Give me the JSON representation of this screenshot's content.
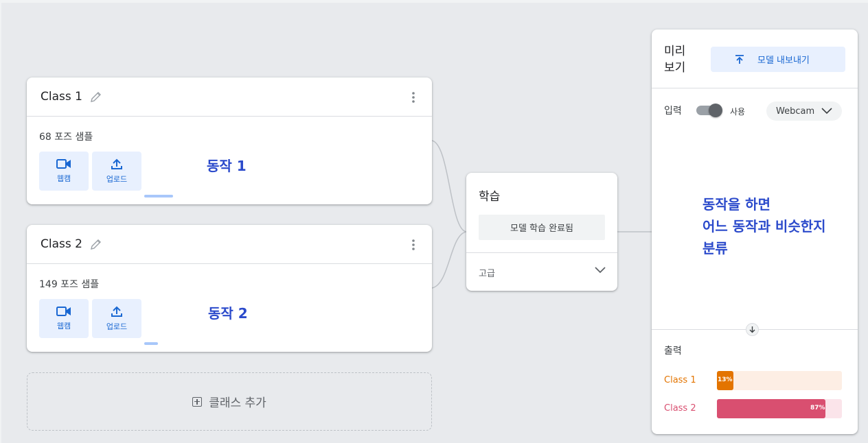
{
  "classes": [
    {
      "name": "Class 1",
      "samples": "68 포즈 샘플",
      "webcam_label": "웹캠",
      "upload_label": "업로드",
      "note": "동작 1"
    },
    {
      "name": "Class 2",
      "samples": "149 포즈 샘플",
      "webcam_label": "웹캠",
      "upload_label": "업로드",
      "note": "동작 2"
    }
  ],
  "add_class_label": "클래스 추가",
  "training": {
    "title": "학습",
    "status_button": "모델 학습 완료됨",
    "advanced_label": "고급"
  },
  "preview": {
    "title": "미리\n보기",
    "title_line1": "미리",
    "title_line2": "보기",
    "export_label": "모델 내보내기",
    "input_label": "입력",
    "toggle_label": "사용",
    "input_source": "Webcam",
    "note_line1": "동작을 하면",
    "note_line2": "어느 동작과 비슷한지",
    "note_line3": "분류",
    "output_label": "출력",
    "outputs": [
      {
        "name": "Class 1",
        "percent_label": "13%",
        "value": 0.13,
        "color": "#e37400",
        "track_color": "#fdeee4"
      },
      {
        "name": "Class 2",
        "percent_label": "87%",
        "value": 0.87,
        "color": "#d94f70",
        "track_color": "#fbe4ea"
      }
    ]
  },
  "colors": {
    "accent_blue": "#1967d2",
    "annotation_blue": "#2b4acb"
  }
}
